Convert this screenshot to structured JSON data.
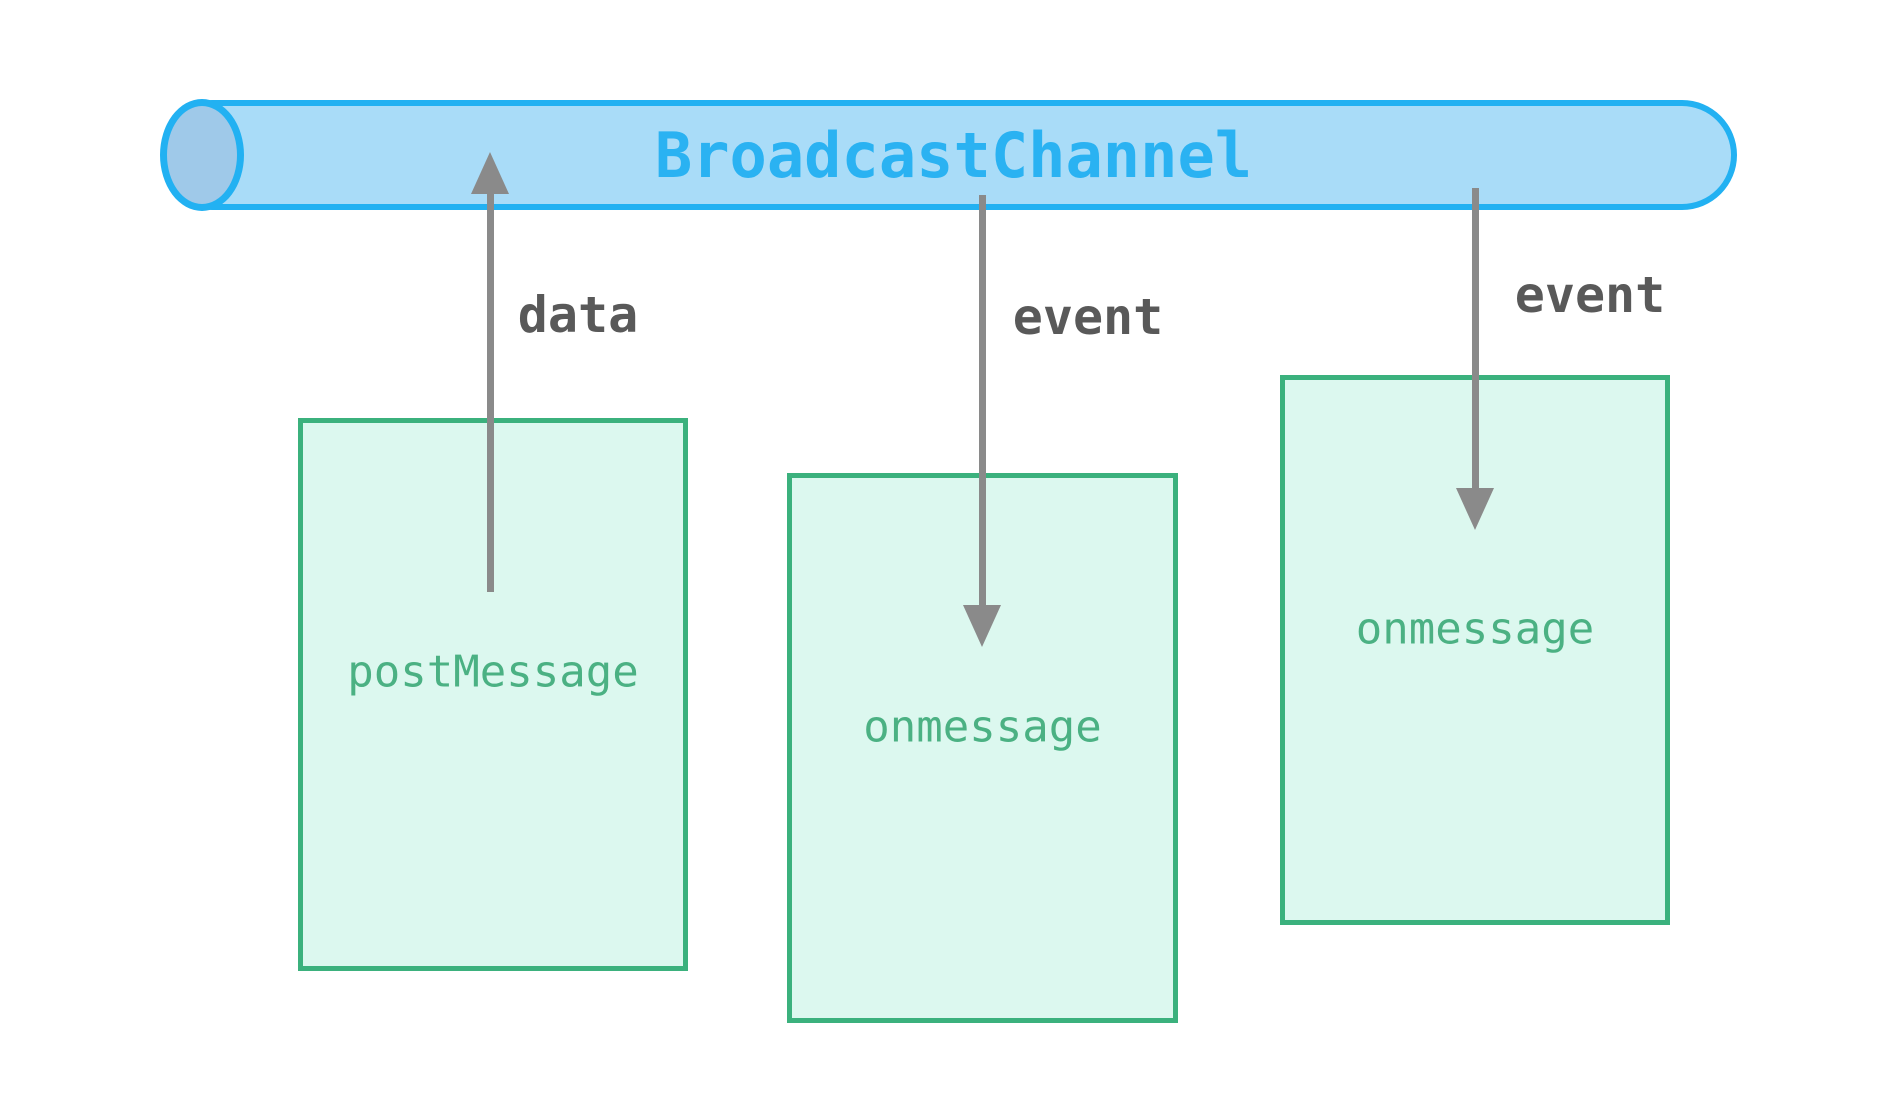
{
  "channel": {
    "label": "BroadcastChannel"
  },
  "edges": [
    {
      "label": "data",
      "direction": "up"
    },
    {
      "label": "event",
      "direction": "down"
    },
    {
      "label": "event",
      "direction": "down"
    }
  ],
  "contexts": [
    {
      "label": "postMessage"
    },
    {
      "label": "onmessage"
    },
    {
      "label": "onmessage"
    }
  ],
  "colors": {
    "background": "#ffffff",
    "channel_fill": "#a9dcf8",
    "channel_cap_fill": "#9fc9e9",
    "channel_border": "#22b1f2",
    "channel_text": "#2ab2f2",
    "box_fill": "#dcf8ef",
    "box_border": "#3bb17d",
    "box_text": "#4bb183",
    "arrow": "#8a8a8a",
    "edge_label_text": "#595959"
  }
}
